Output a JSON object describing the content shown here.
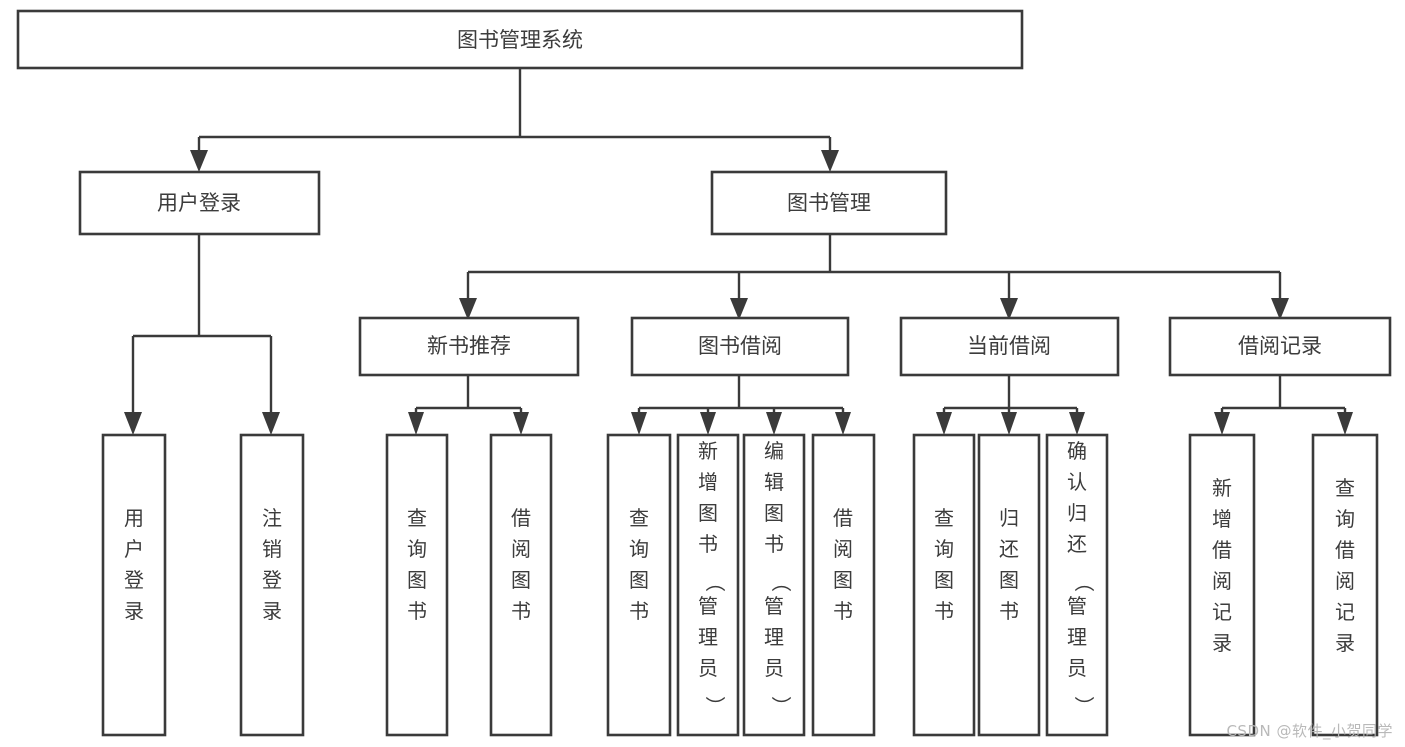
{
  "diagram": {
    "title": "图书管理系统",
    "type": "tree-hierarchy-chart",
    "watermark": "CSDN @软件_小贺同学",
    "colors": {
      "box_stroke": "#3a3a3a",
      "box_fill": "#ffffff",
      "text": "#3c3c3c",
      "connector": "#3a3a3a",
      "watermark": "#b9b9b9",
      "background": "#ffffff"
    },
    "levels": {
      "root": {
        "label": "图书管理系统"
      },
      "level2": [
        {
          "label": "用户登录"
        },
        {
          "label": "图书管理"
        }
      ],
      "level3": [
        {
          "label": "新书推荐"
        },
        {
          "label": "图书借阅"
        },
        {
          "label": "当前借阅"
        },
        {
          "label": "借阅记录"
        }
      ],
      "leaves": {
        "user_login": [
          {
            "label": "用户登录"
          },
          {
            "label": "注销登录"
          }
        ],
        "new_book_recommend": [
          {
            "label": "查询图书"
          },
          {
            "label": "借阅图书"
          }
        ],
        "book_borrow": [
          {
            "label": "查询图书"
          },
          {
            "label": "新增图书（管理员）"
          },
          {
            "label": "编辑图书（管理员）"
          },
          {
            "label": "借阅图书"
          }
        ],
        "current_borrow": [
          {
            "label": "查询图书"
          },
          {
            "label": "归还图书"
          },
          {
            "label": "确认归还（管理员）"
          }
        ],
        "borrow_record": [
          {
            "label": "新增借阅记录"
          },
          {
            "label": "查询借阅记录"
          }
        ]
      }
    }
  }
}
